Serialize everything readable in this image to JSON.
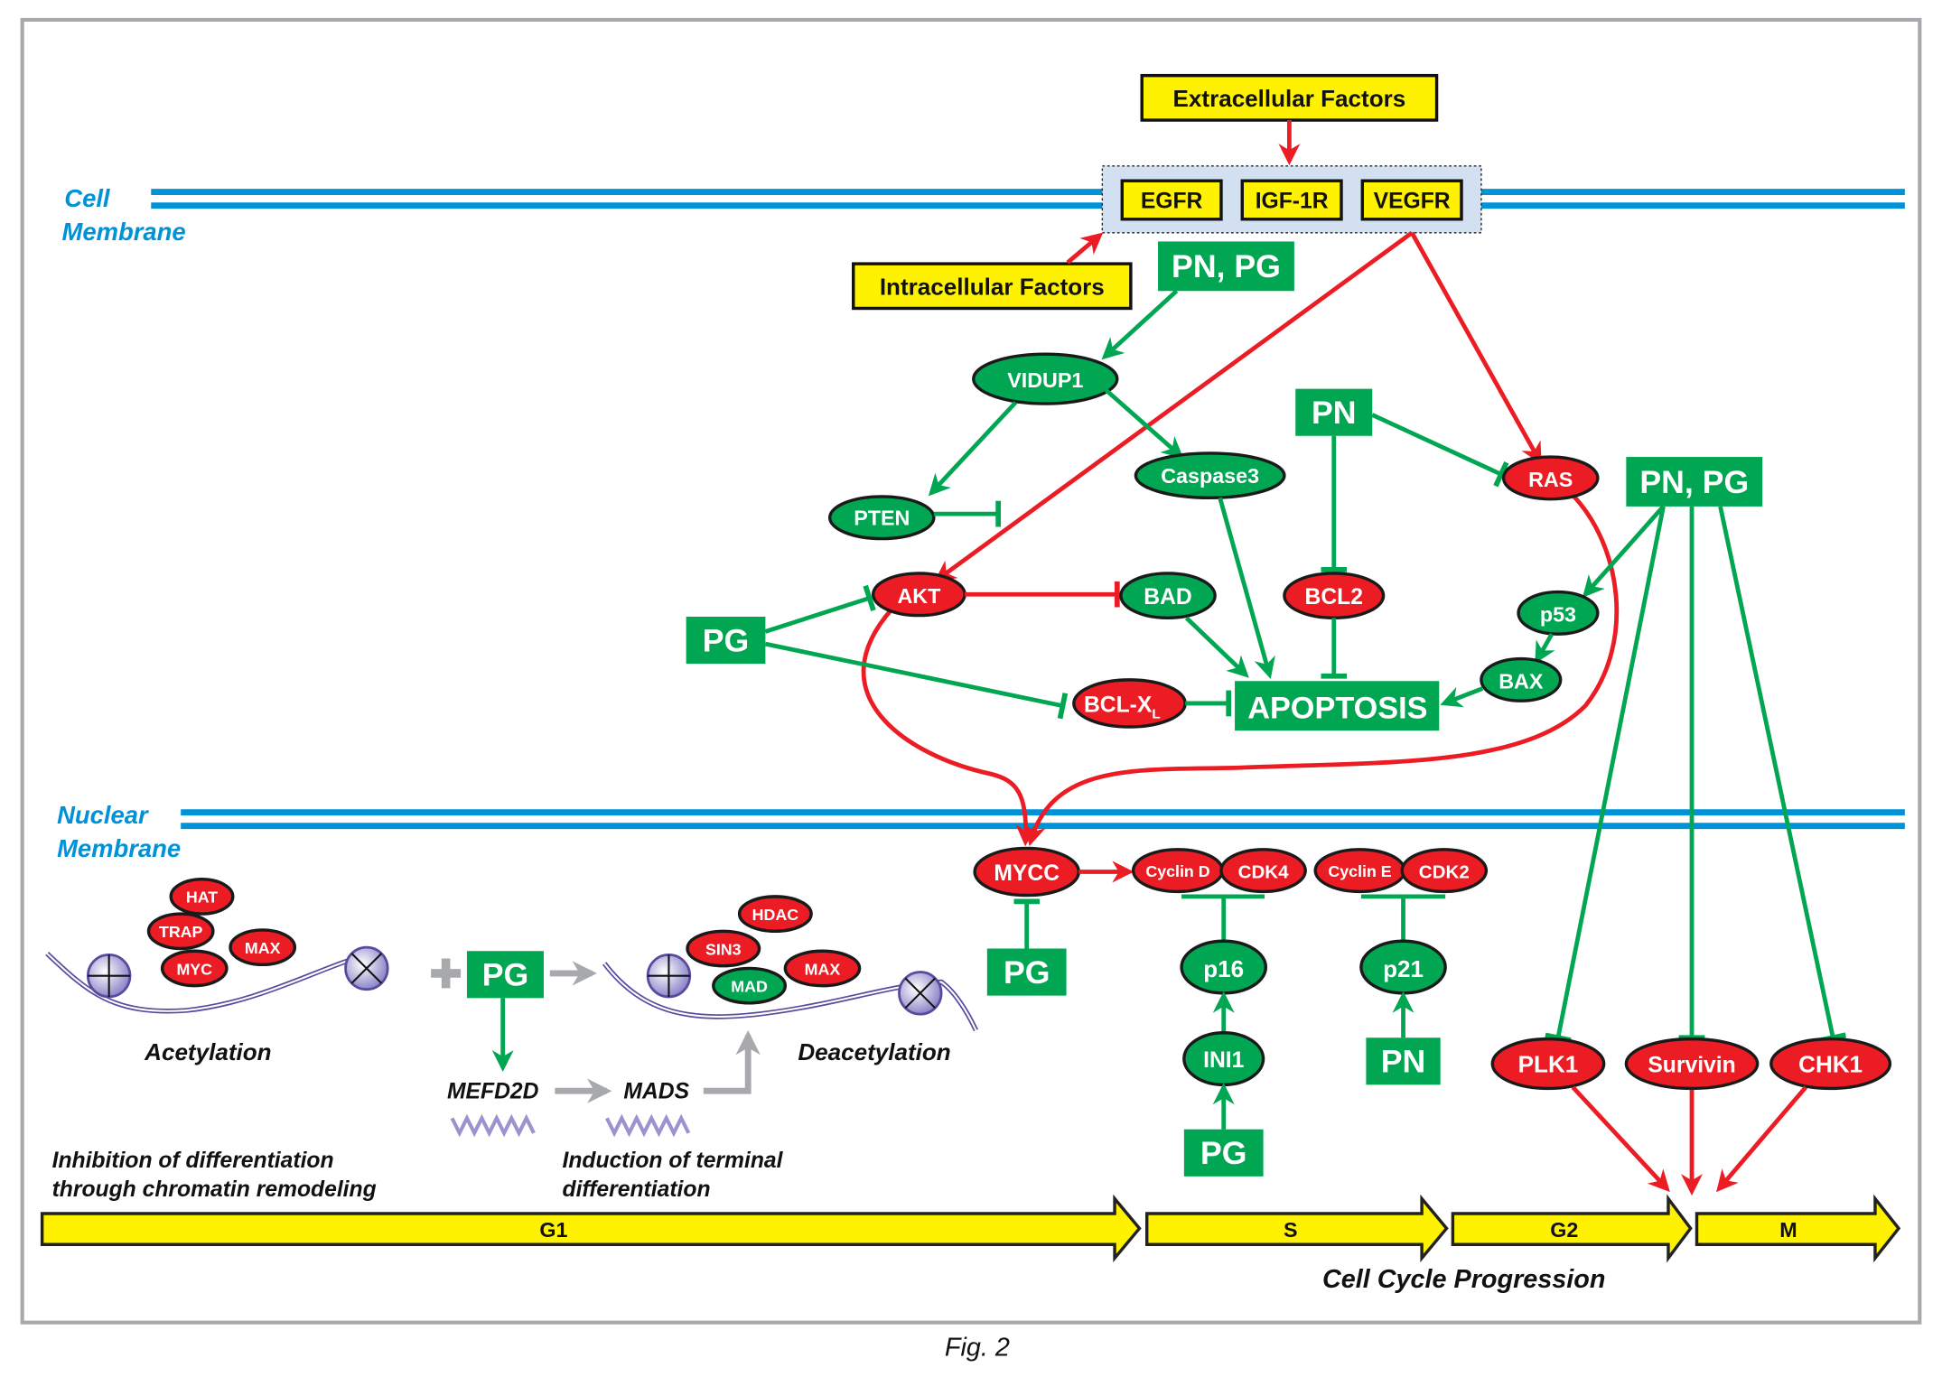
{
  "figure": {
    "caption": "Fig. 2",
    "membranes": {
      "cell_line1": "Cell",
      "cell_line2": "Membrane",
      "nuclear_line1": "Nuclear",
      "nuclear_line2": "Membrane"
    },
    "factors": {
      "extracellular": "Extracellular Factors",
      "intracellular": "Intracellular Factors"
    },
    "receptors": [
      "EGFR",
      "IGF-1R",
      "VEGFR"
    ],
    "drug_boxes": {
      "pn_pg_top": "PN, PG",
      "pn_mid": "PN",
      "pn_pg_right": "PN, PG",
      "pg_akt": "PG",
      "pg_chromatin": "PG",
      "pg_mycc": "PG",
      "pg_ini1": "PG",
      "pn_p21": "PN",
      "apoptosis": "APOPTOSIS"
    },
    "nodes": {
      "vidup1": "VIDUP1",
      "pten": "PTEN",
      "caspase3": "Caspase3",
      "akt": "AKT",
      "bad": "BAD",
      "bcl2": "BCL2",
      "bclxl_main": "BCL-X",
      "bclxl_sub": "L",
      "ras": "RAS",
      "p53": "p53",
      "bax": "BAX",
      "mycc": "MYCC",
      "cyclin_d": "Cyclin D",
      "cdk4": "CDK4",
      "cyclin_e": "Cyclin E",
      "cdk2": "CDK2",
      "p16": "p16",
      "p21": "p21",
      "ini1": "INI1",
      "plk1": "PLK1",
      "survivin": "Survivin",
      "chk1": "CHK1"
    },
    "chromatin_left": {
      "proteins": [
        "HAT",
        "TRAP",
        "MAX",
        "MYC"
      ],
      "label": "Acetylation"
    },
    "chromatin_right": {
      "proteins": [
        "HDAC",
        "SIN3",
        "MAX",
        "MAD"
      ],
      "label": "Deacetylation"
    },
    "genes": {
      "mefd2d": "MEFD2D",
      "mads": "MADS"
    },
    "annotations": {
      "inhibition_line1": "Inhibition of differentiation",
      "inhibition_line2": "through chromatin remodeling",
      "induction_line1": "Induction of terminal",
      "induction_line2": "differentiation"
    },
    "cell_cycle": {
      "phases": [
        "G1",
        "S",
        "G2",
        "M"
      ],
      "label": "Cell Cycle Progression"
    }
  }
}
